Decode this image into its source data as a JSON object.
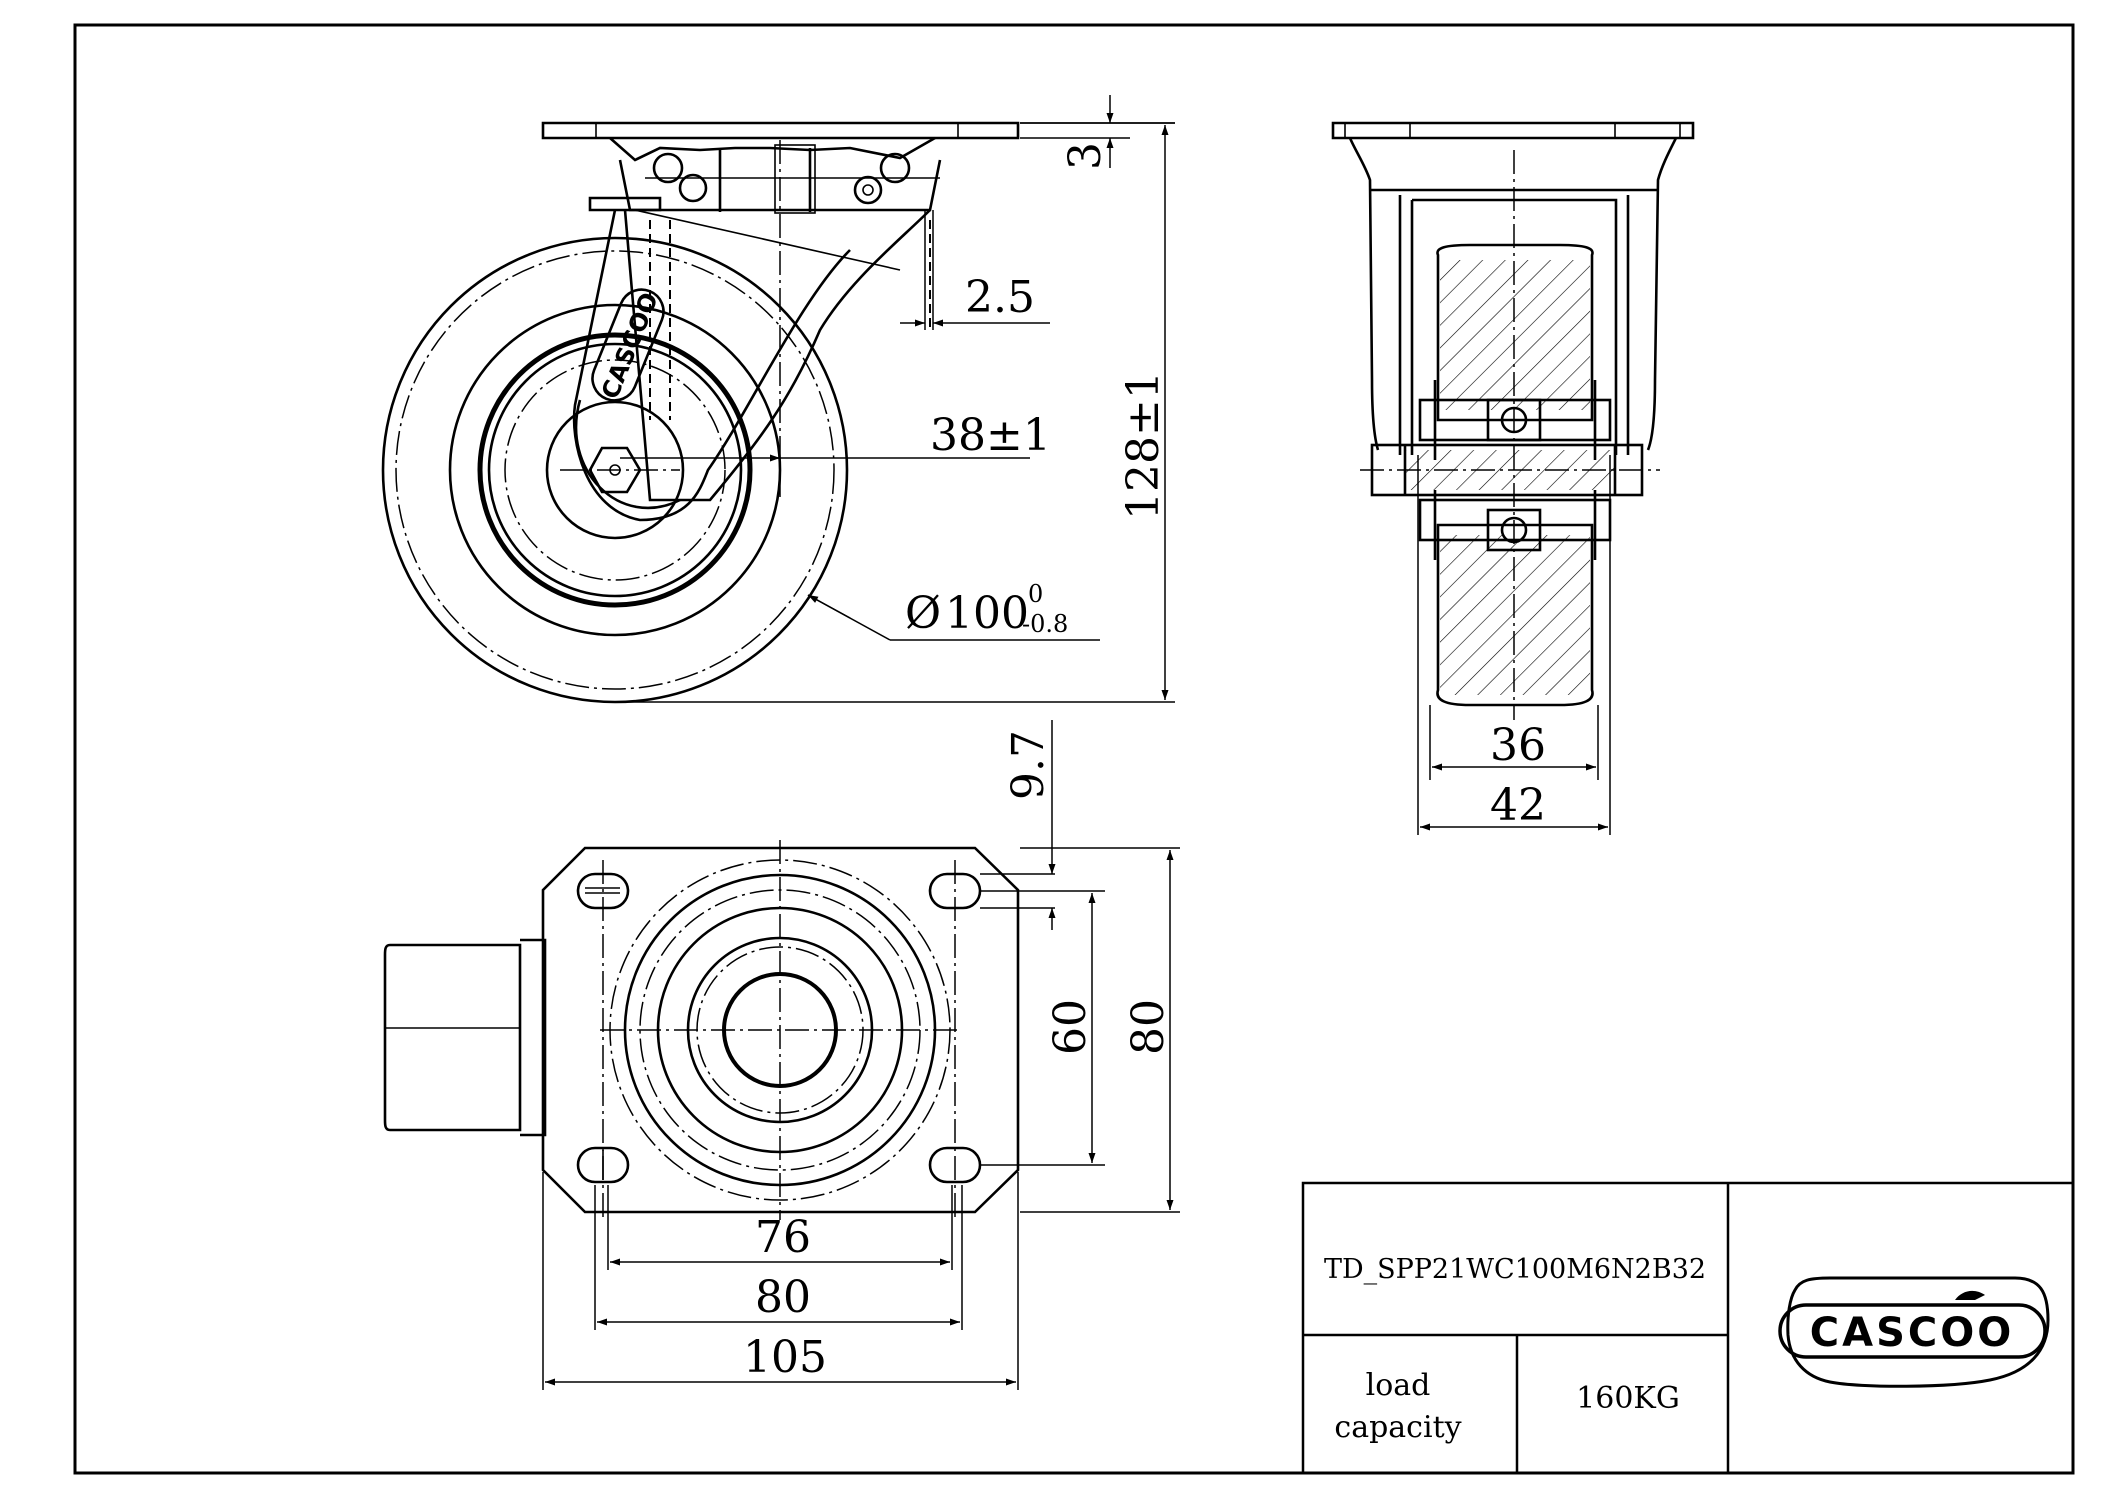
{
  "dimensions": {
    "plate_thickness": "3",
    "offset": "2.5",
    "swivel_offset": "38±1",
    "overall_height": "128±1",
    "wheel_diameter": "100",
    "wheel_tol_upper": "0",
    "wheel_tol_lower": "-0.8",
    "diameter_symbol": "Ø",
    "hole_slot": "9.7",
    "plate_hole_spacing_short": "60",
    "plate_width": "80",
    "plate_hole_spacing_long": "76",
    "plate_hole_spacing_long_outer": "80",
    "plate_length": "105",
    "tread_width": "36",
    "wheel_width": "42"
  },
  "wheel_logo": "CASCOO",
  "title_block": {
    "model_code": "TD_SPP21WC100M6N2B32",
    "load_label_line1": "load",
    "load_label_line2": "capacity",
    "load_value": "160KG",
    "logo_text": "CASCOO"
  }
}
